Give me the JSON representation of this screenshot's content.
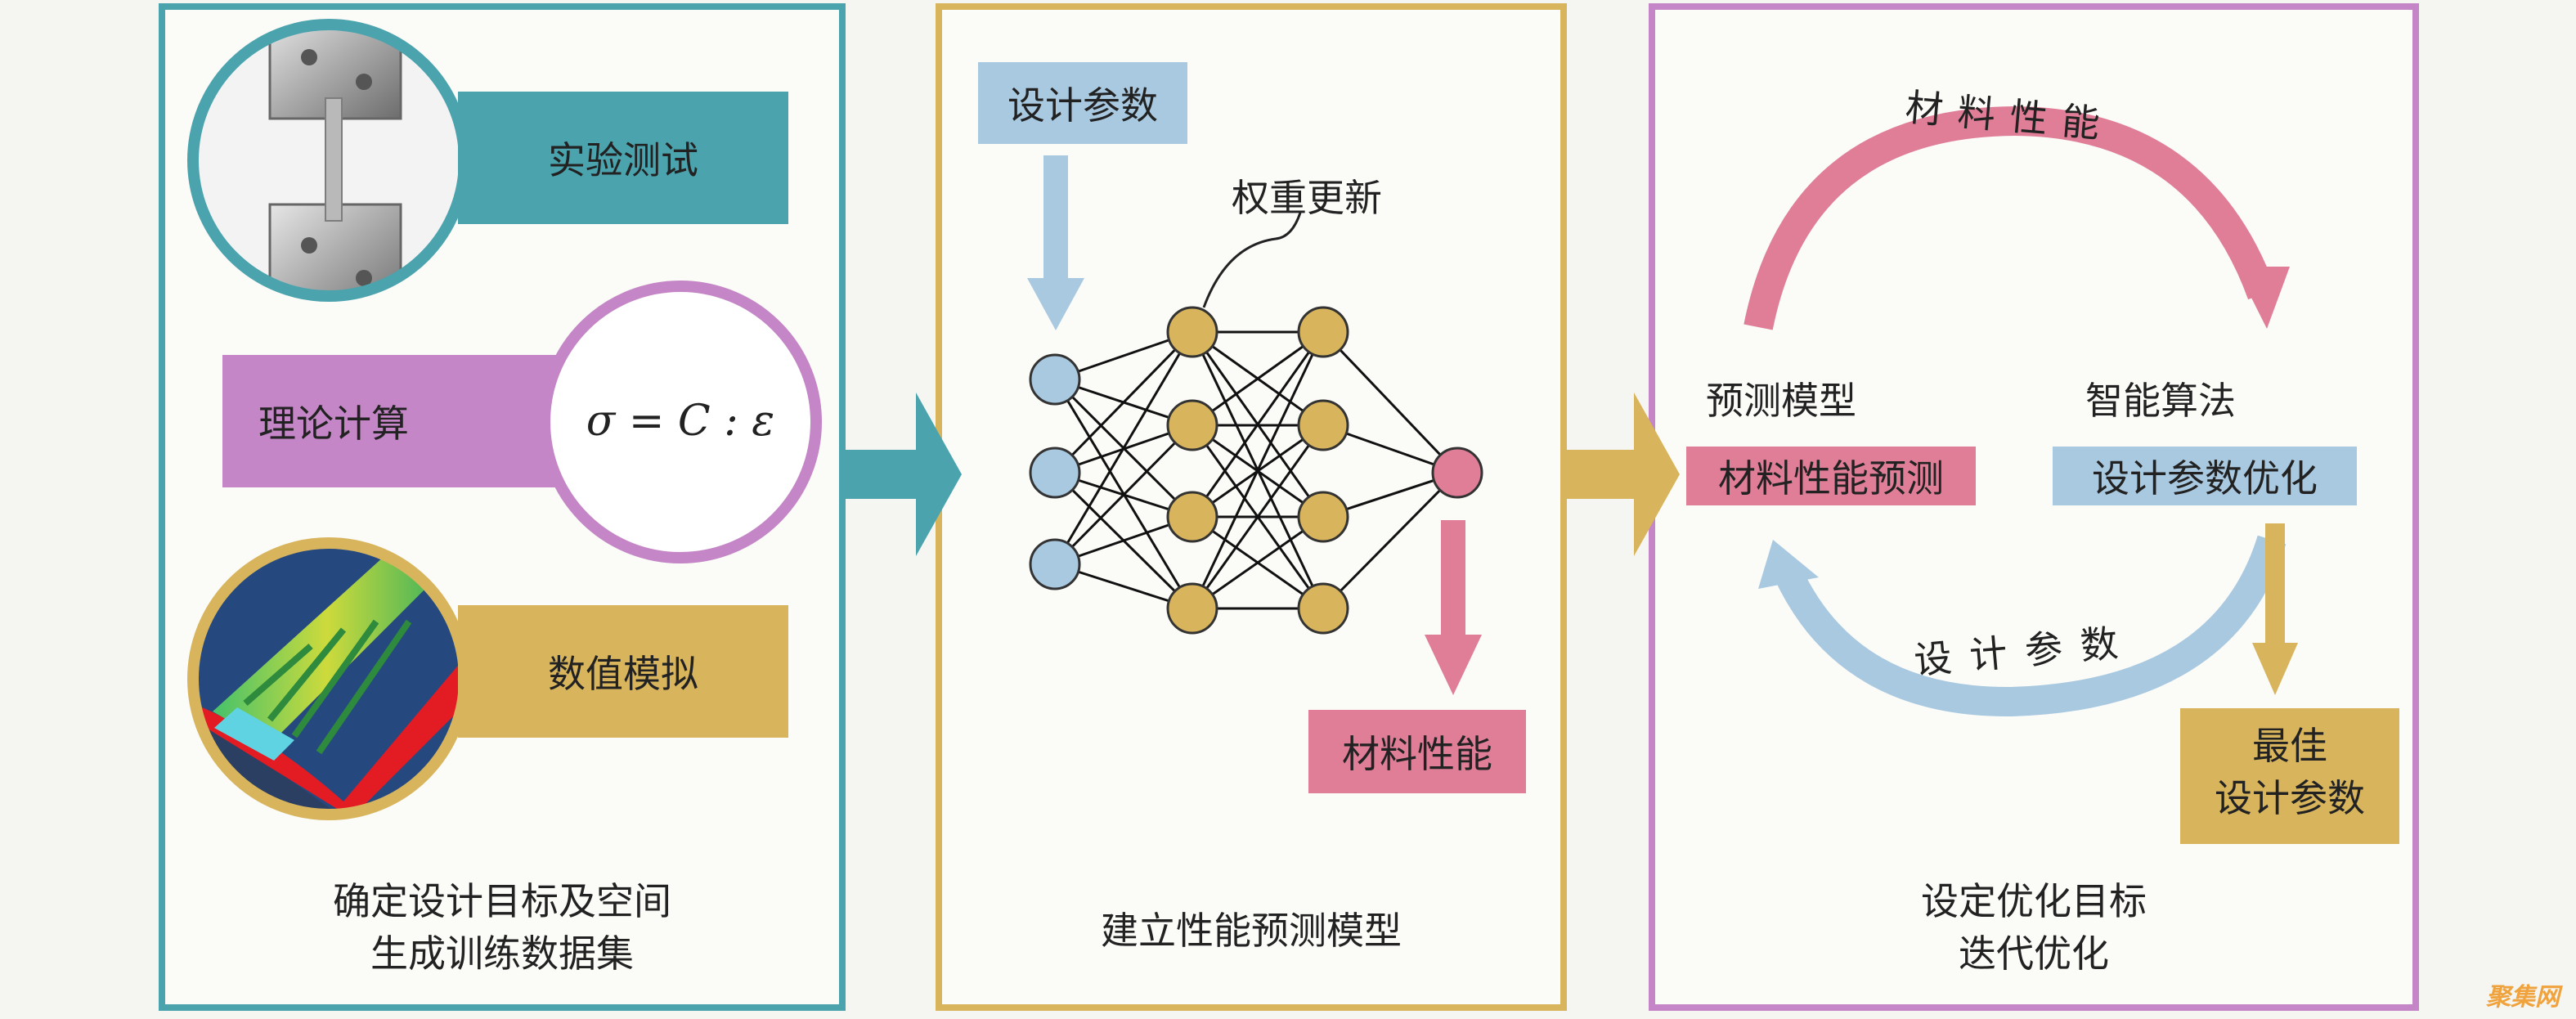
{
  "panel1": {
    "experiment_label": "实验测试",
    "theory_label": "理论计算",
    "formula": "σ = C : ε",
    "simulation_label": "数值模拟",
    "caption_line1": "确定设计目标及空间",
    "caption_line2": "生成训练数据集"
  },
  "panel2": {
    "input_label": "设计参数",
    "weight_label": "权重更新",
    "output_label": "材料性能",
    "caption": "建立性能预测模型"
  },
  "panel3": {
    "top_arc_label": "材料性能",
    "bottom_arc_label": "设计参数",
    "left_header": "预测模型",
    "left_box": "材料性能预测",
    "right_header": "智能算法",
    "right_box": "设计参数优化",
    "best_line1": "最佳",
    "best_line2": "设计参数",
    "caption_line1": "设定优化目标",
    "caption_line2": "迭代优化"
  },
  "watermark": "聚集网",
  "colors": {
    "teal": "#4aa3ad",
    "gold": "#d8b55d",
    "purple": "#c486c6",
    "pink": "#e07e98",
    "blue": "#a9c9e1"
  }
}
